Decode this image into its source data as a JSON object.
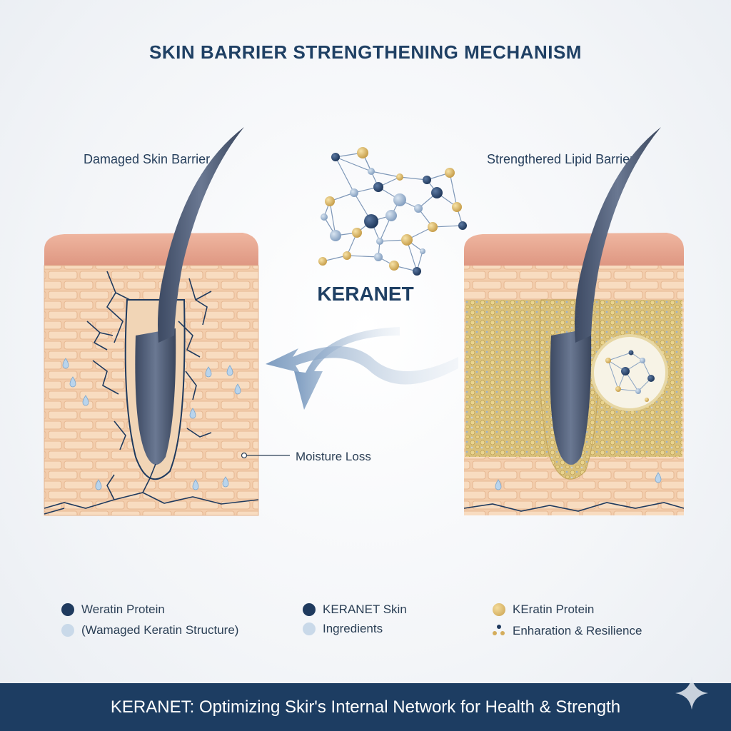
{
  "title": "SKIN BARRIER STRENGTHENING MECHANISM",
  "left_panel": {
    "label": "Damaged Skin Barrier",
    "callout": "Moisture Loss"
  },
  "center": {
    "name": "KERANET"
  },
  "right_panel": {
    "label": "Strengthered Lipid Barrier"
  },
  "legend": [
    {
      "text": "Weratin Protein",
      "marker": "navy-dot"
    },
    {
      "text": "(Wamaged Keratin Structure)",
      "marker": "pale-blue-dot"
    },
    {
      "text": "KERANET Skin",
      "marker": "navy-dot"
    },
    {
      "text": "Ingredients",
      "marker": "pale-blue-dot"
    },
    {
      "text": "KEratin Protein",
      "marker": "gold-dot"
    },
    {
      "text": "Enharation & Resilience",
      "marker": "mixed-dot-cluster"
    }
  ],
  "footer": {
    "text": "KERANET: Optimizing Skir's Internal Network for Health & Strength"
  },
  "colors": {
    "navy": "#1f3a5e",
    "pale_blue": "#c9d9e9",
    "gold": "#d4ad5c",
    "skin": "#f4cfae",
    "epidermis": "#e9a590",
    "footer_bg": "#1d3d62"
  }
}
